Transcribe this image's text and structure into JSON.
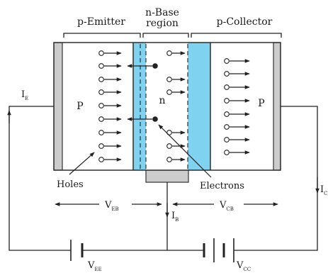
{
  "regions": {
    "emitter": "p-Emitter",
    "base_line1": "n-Base",
    "base_line2": "region",
    "collector": "p-Collector"
  },
  "region_letters": {
    "emitter": "P",
    "base": "n",
    "collector": "P"
  },
  "carriers": {
    "holes": "Holes",
    "electrons": "Electrons"
  },
  "currents": {
    "emitter": {
      "main": "I",
      "sub": "E"
    },
    "base": {
      "main": "I",
      "sub": "B"
    },
    "collector": {
      "main": "I",
      "sub": "C"
    }
  },
  "voltages": {
    "emitter_base": {
      "main": "V",
      "sub": "EB"
    },
    "collector_base": {
      "main": "V",
      "sub": "CB"
    },
    "emitter_supply": {
      "main": "V",
      "sub": "EE"
    },
    "collector_supply": {
      "main": "V",
      "sub": "CC"
    }
  },
  "colors": {
    "depletion_fill": "#7fd2f0",
    "terminal_fill": "#cccccc",
    "line": "#222222"
  }
}
